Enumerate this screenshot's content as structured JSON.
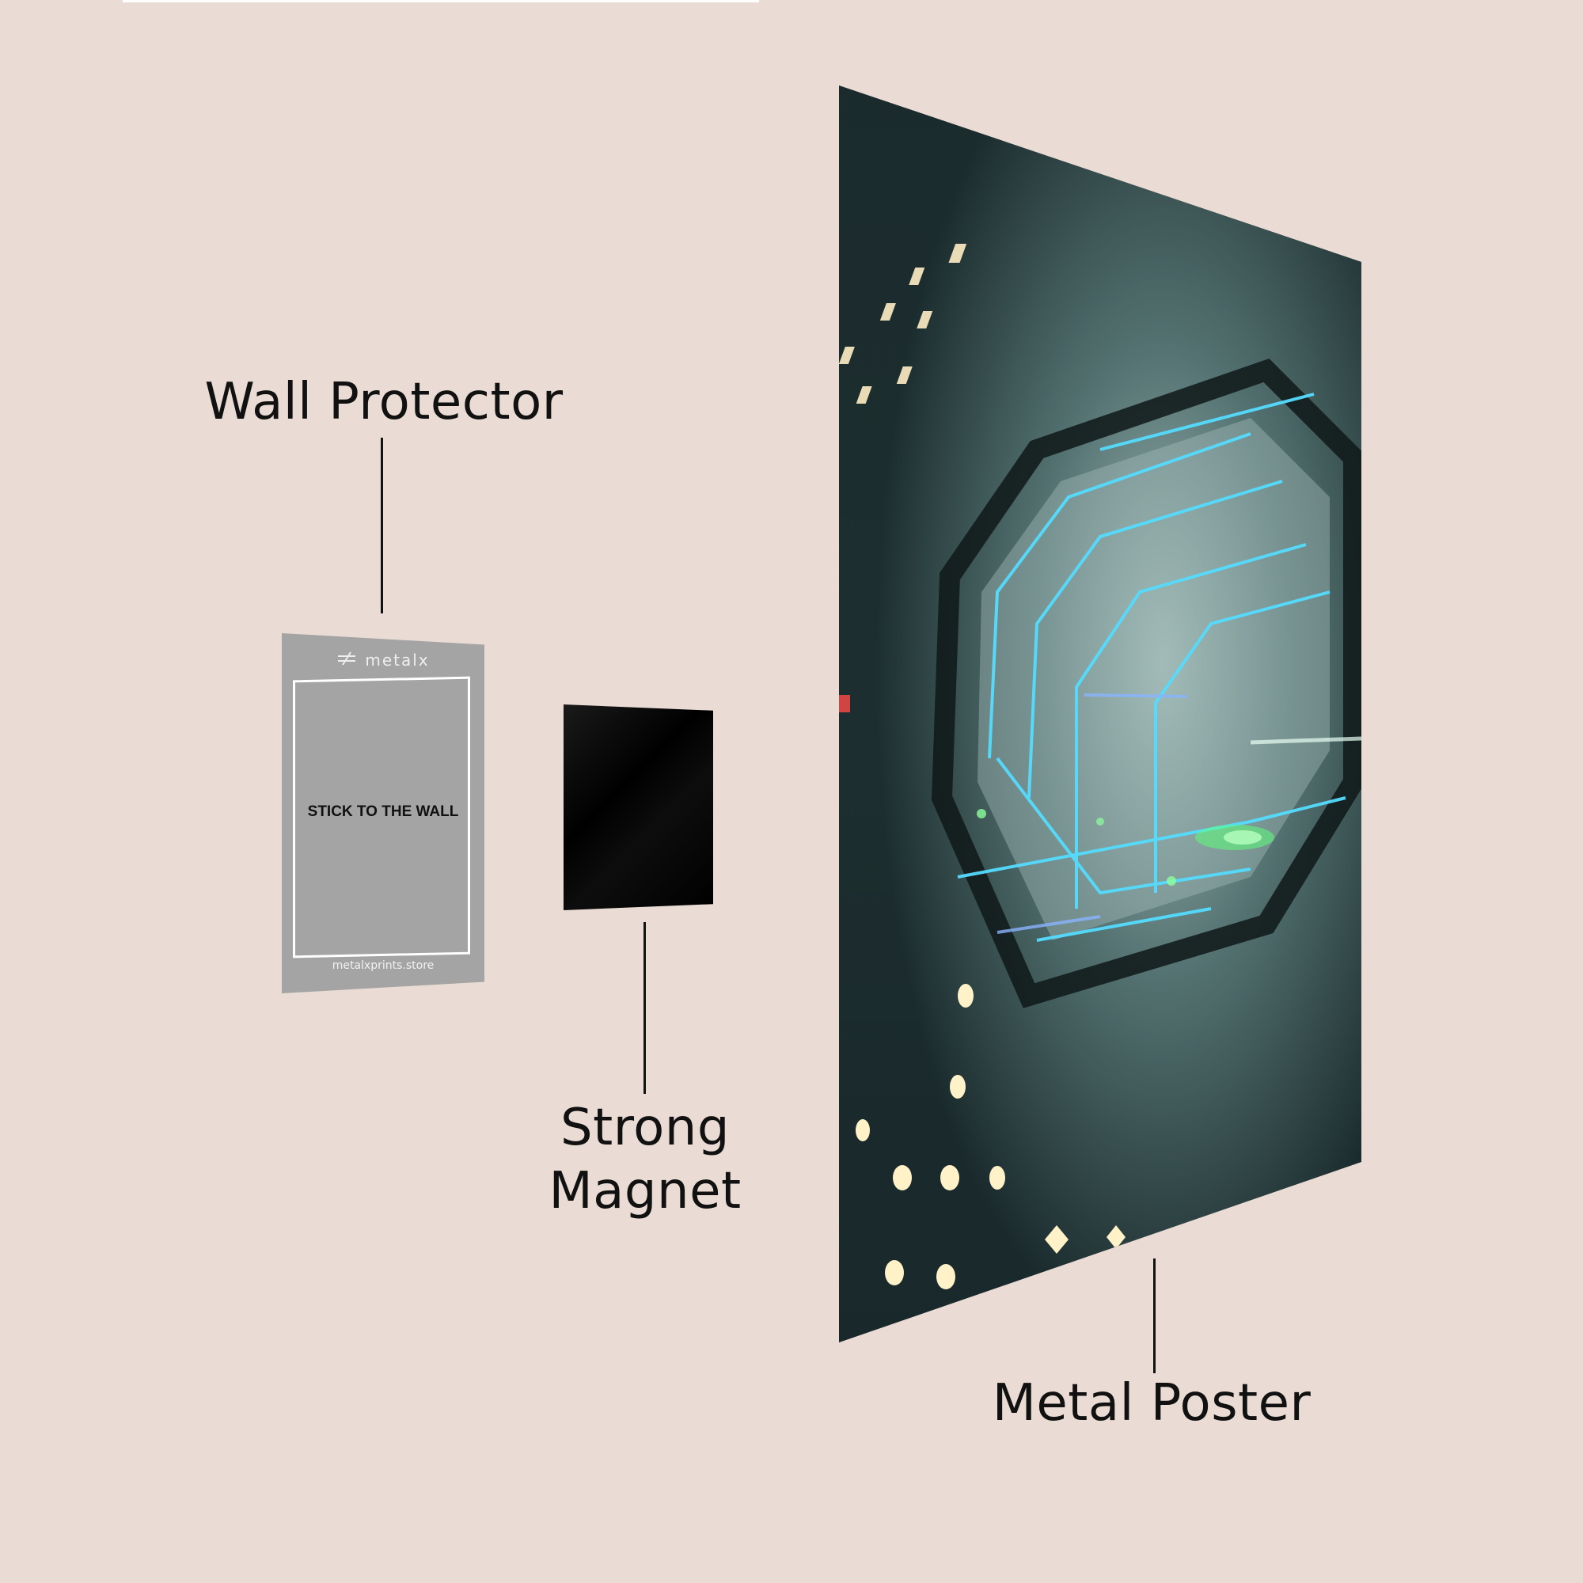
{
  "labels": {
    "wall_protector": "Wall Protector",
    "strong_magnet_line1": "Strong",
    "strong_magnet_line2": "Magnet",
    "metal_poster": "Metal Poster"
  },
  "protector": {
    "brand": "metalx",
    "instruction": "STICK TO THE WALL",
    "website": "metalxprints.store"
  },
  "colors": {
    "background": "#eadcd4",
    "protector": "#a4a4a4",
    "magnet": "#000000",
    "label_text": "#111111",
    "poster_base": "#1b2a2c",
    "poster_glow": "#4fd8ff",
    "poster_accent": "#5cff7a"
  },
  "icons": {
    "brand_logo": "metalx-logo-icon"
  }
}
